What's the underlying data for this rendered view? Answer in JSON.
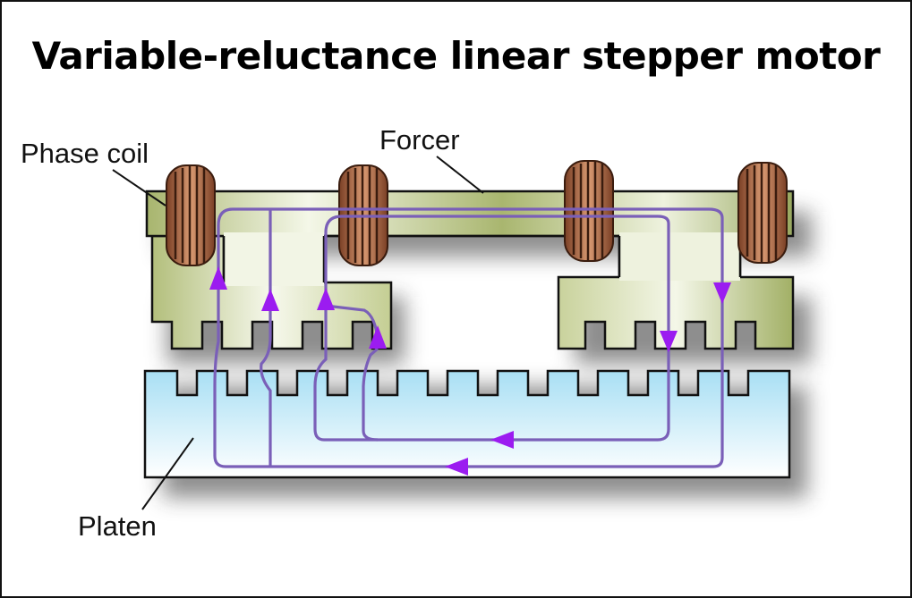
{
  "title": "Variable-reluctance linear stepper motor",
  "labels": {
    "phase_coil": "Phase coil",
    "forcer": "Forcer",
    "platen": "Platen"
  },
  "colors": {
    "forcer_green": "#a6b36a",
    "platen_blue": "#bfe6f6",
    "coil_copper": "#b8714d",
    "flux_line": "#7a5fb8",
    "flux_arrow": "#9b1cf0",
    "outline": "#111111"
  }
}
